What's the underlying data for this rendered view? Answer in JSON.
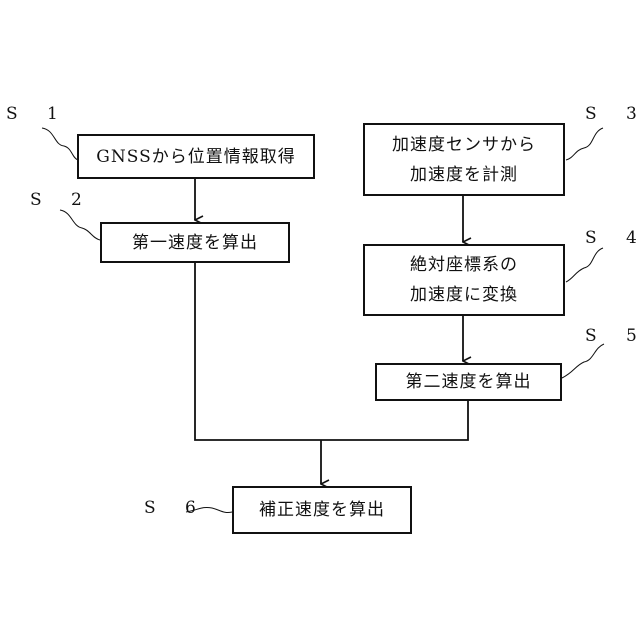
{
  "steps": {
    "s1": {
      "label": "S 1",
      "lines": [
        "GNSSから位置情報取得"
      ]
    },
    "s2": {
      "label": "S 2",
      "lines": [
        "第一速度を算出"
      ]
    },
    "s3": {
      "label": "S 3",
      "lines": [
        "加速度センサから",
        "加速度を計測"
      ]
    },
    "s4": {
      "label": "S 4",
      "lines": [
        "絶対座標系の",
        "加速度に変換"
      ]
    },
    "s5": {
      "label": "S 5",
      "lines": [
        "第二速度を算出"
      ]
    },
    "s6": {
      "label": "S 6",
      "lines": [
        "補正速度を算出"
      ]
    }
  }
}
